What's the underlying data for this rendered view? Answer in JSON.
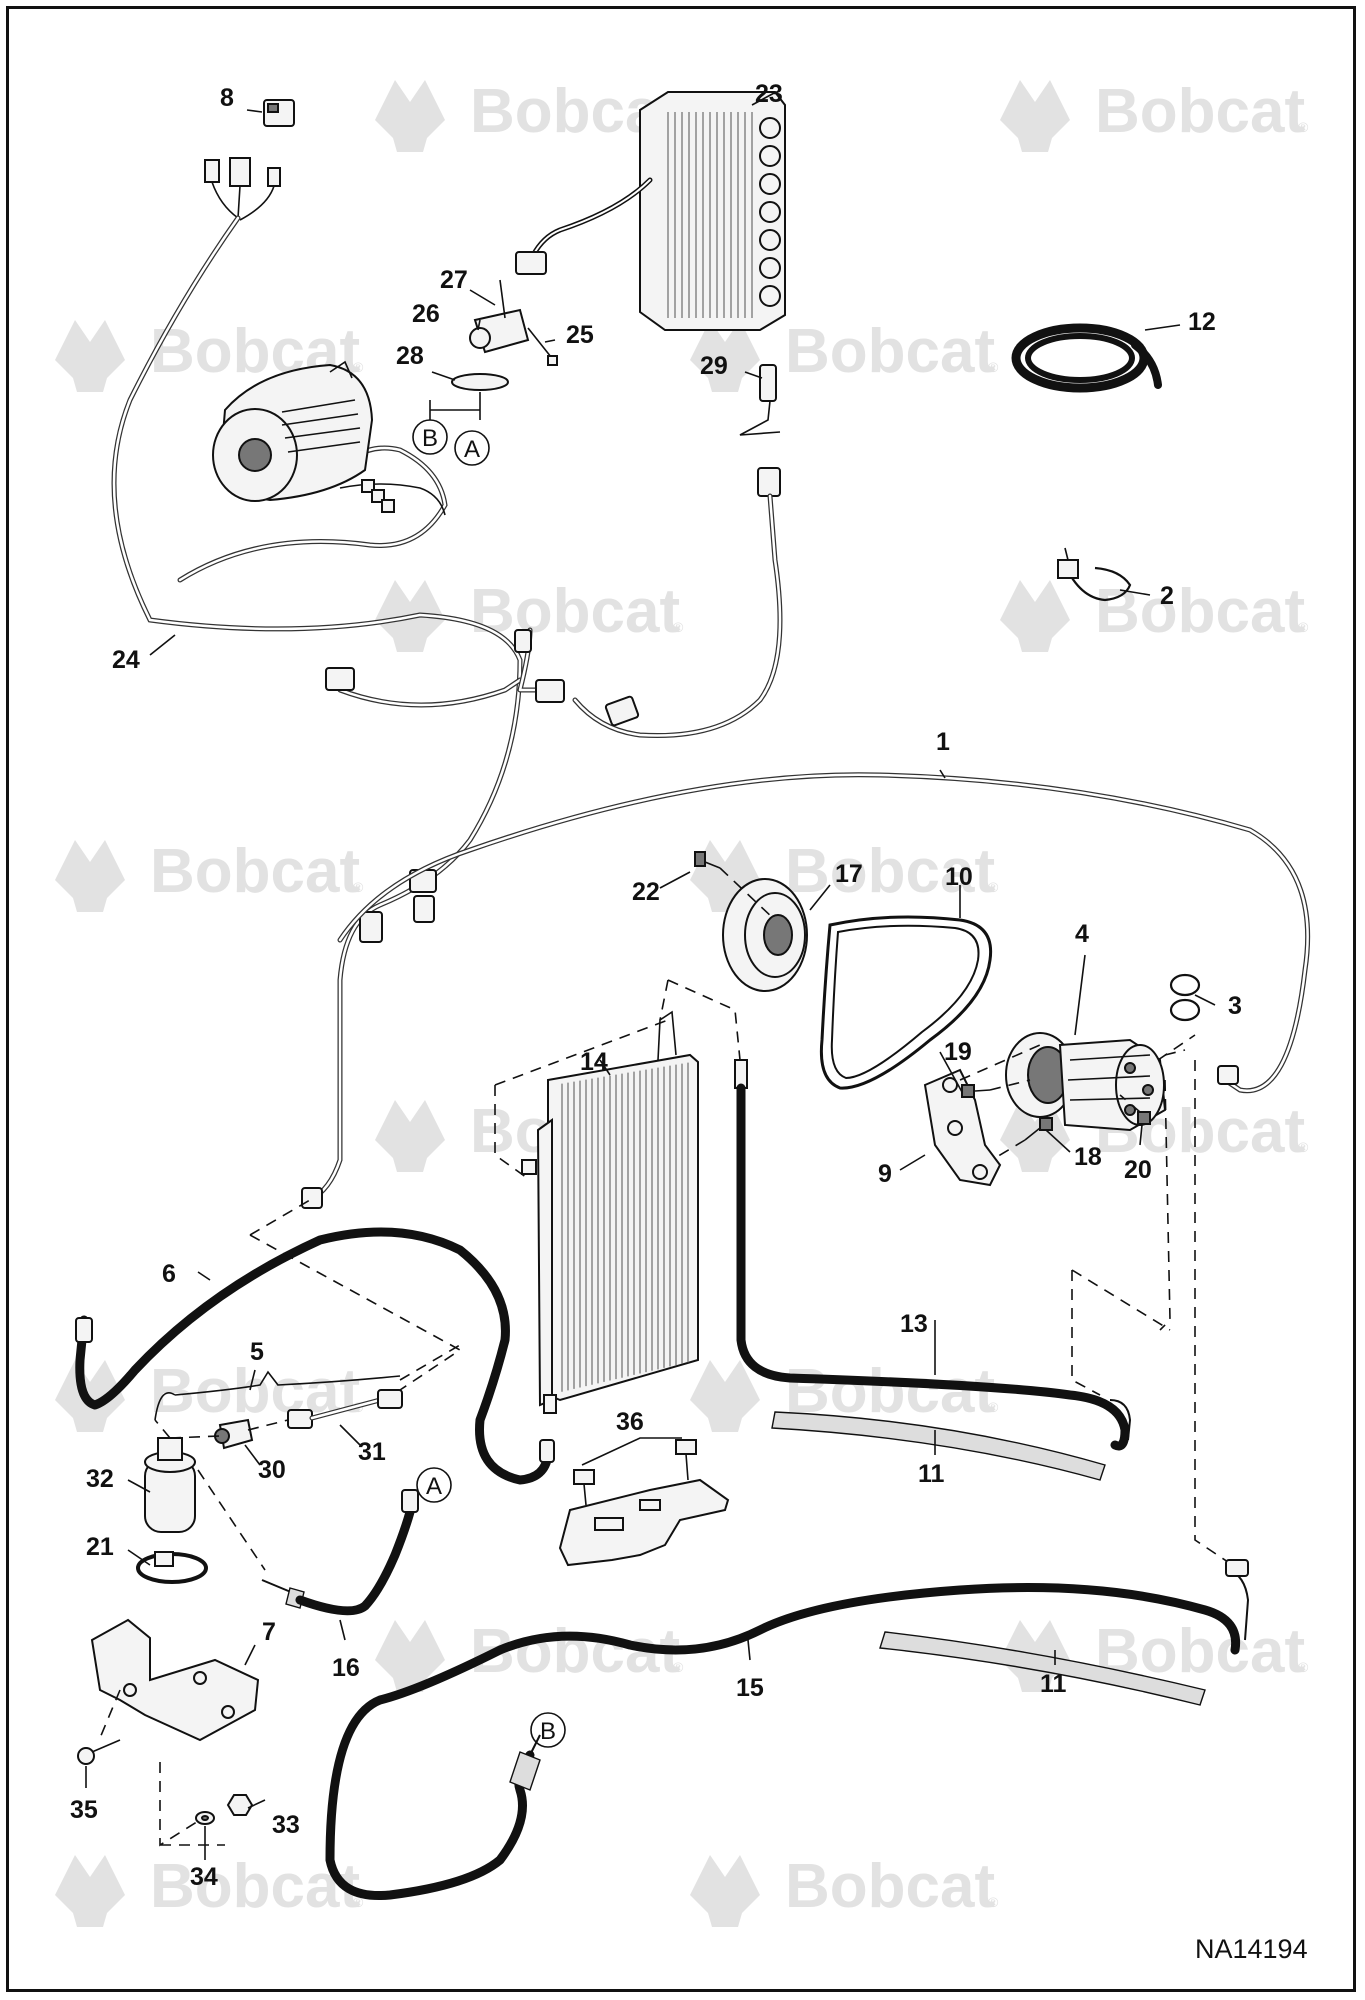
{
  "watermark": {
    "text": "Bobcat",
    "registered": "®"
  },
  "drawing_number": "NA14194",
  "callouts": [
    "1",
    "2",
    "3",
    "4",
    "5",
    "6",
    "7",
    "8",
    "9",
    "10",
    "11",
    "11",
    "12",
    "13",
    "14",
    "15",
    "16",
    "17",
    "18",
    "19",
    "20",
    "21",
    "22",
    "23",
    "24",
    "25",
    "26",
    "27",
    "28",
    "29",
    "30",
    "31",
    "32",
    "33",
    "34",
    "35",
    "36"
  ],
  "reference_letters": {
    "a": "A",
    "b": "B"
  }
}
